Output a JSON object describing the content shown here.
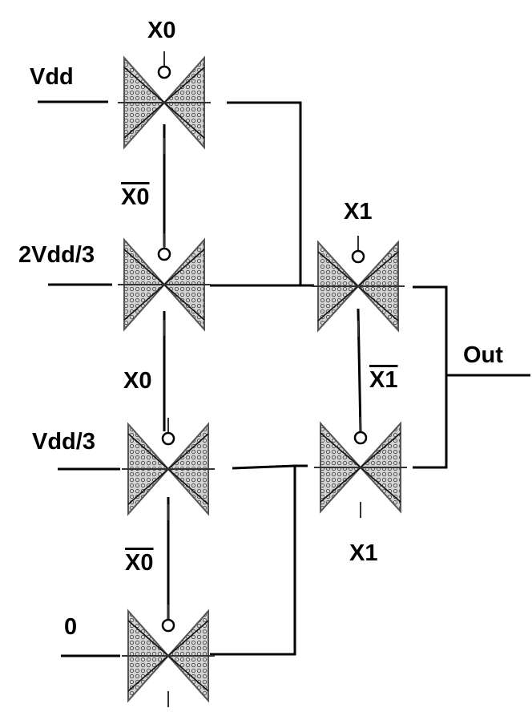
{
  "labels": {
    "x0_top": "X0",
    "vdd": "Vdd",
    "x0bar_1": "X0",
    "two_vdd_3": "2Vdd/3",
    "x1_top": "X1",
    "x0_mid": "X0",
    "x1bar": "X1",
    "out": "Out",
    "vdd_3": "Vdd/3",
    "x0bar_2": "X0",
    "x1_bottom": "X1",
    "zero": "0"
  },
  "colors": {
    "gate_fill": "#c8c8c8",
    "wire": "#000000"
  },
  "icons": {
    "transmission_gate": "transmission-gate-icon",
    "inverting_bubble": "inverter-bubble-icon"
  }
}
